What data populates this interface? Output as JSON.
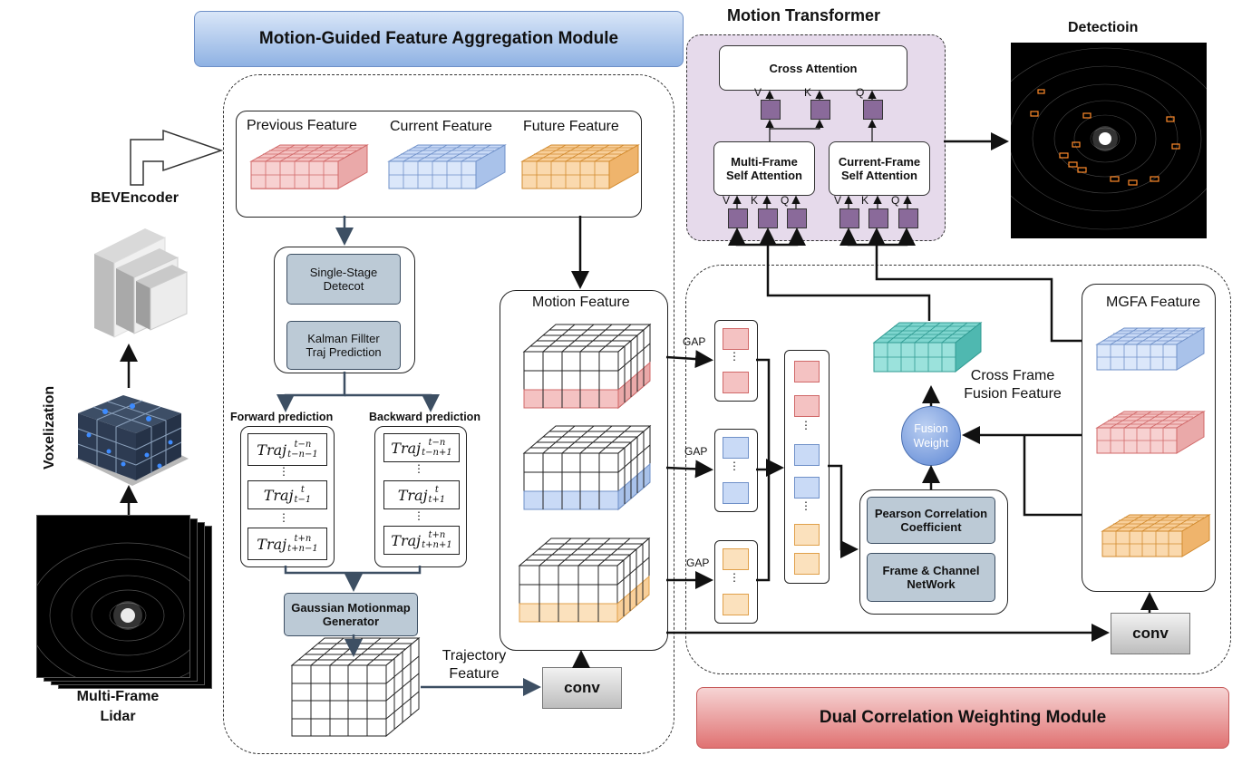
{
  "modules": {
    "mgfa_title": "Motion-Guided Feature Aggregation Module",
    "dcw_title": "Dual Correlation Weighting Module",
    "motion_transformer_title": "Motion Transformer",
    "detection_title": "Detectioin"
  },
  "left": {
    "bev_encoder": "BEVEncoder",
    "voxelization": "Voxelization",
    "lidar_label_1": "Multi-Frame",
    "lidar_label_2": "Lidar"
  },
  "features": {
    "previous": "Previous Feature",
    "current": "Current Feature",
    "future": "Future Feature",
    "motion": "Motion Feature",
    "mgfa": "MGFA Feature",
    "cross_frame_1": "Cross Frame",
    "cross_frame_2": "Fusion Feature",
    "trajectory_1": "Trajectory",
    "trajectory_2": "Feature"
  },
  "pipeline": {
    "single_stage_1": "Single-Stage",
    "single_stage_2": "Detecot",
    "kalman_1": "Kalman Fillter",
    "kalman_2": "Traj Prediction",
    "forward": "Forward prediction",
    "backward": "Backward prediction",
    "gaussian_1": "Gaussian Motionmap",
    "gaussian_2": "Generator",
    "conv": "conv"
  },
  "traj": {
    "fwd": [
      {
        "base": "Traj",
        "sup": "t−n",
        "sub": "t−n−1"
      },
      {
        "base": "Traj",
        "sup": "t",
        "sub": "t−1"
      },
      {
        "base": "Traj",
        "sup": "t+n",
        "sub": "t+n−1"
      }
    ],
    "bwd": [
      {
        "base": "Traj",
        "sup": "t−n",
        "sub": "t−n+1"
      },
      {
        "base": "Traj",
        "sup": "t",
        "sub": "t+1"
      },
      {
        "base": "Traj",
        "sup": "t+n",
        "sub": "t+n+1"
      }
    ],
    "ellipsis": "⋮"
  },
  "transformer": {
    "cross_attention": "Cross Attention",
    "multi_frame_1": "Multi-Frame",
    "multi_frame_2": "Self Attention",
    "current_frame_1": "Current-Frame",
    "current_frame_2": "Self Attention",
    "v": "V",
    "k": "K",
    "q": "Q"
  },
  "dcw": {
    "gap": "GAP",
    "fusion_weight_1": "Fusion",
    "fusion_weight_2": "Weight",
    "pearson_1": "Pearson Correlation",
    "pearson_2": "Coefficient",
    "frame_channel_1": "Frame & Channel",
    "frame_channel_2": "NetWork",
    "conv": "conv"
  },
  "colors": {
    "red_cube": "#f4c2c2",
    "blue_cube": "#c9daf6",
    "orange_cube": "#f8cf9a",
    "teal_cube": "#7fd6cf",
    "purple_token": "#8a6a9a",
    "gray_box": "#bccad6"
  }
}
